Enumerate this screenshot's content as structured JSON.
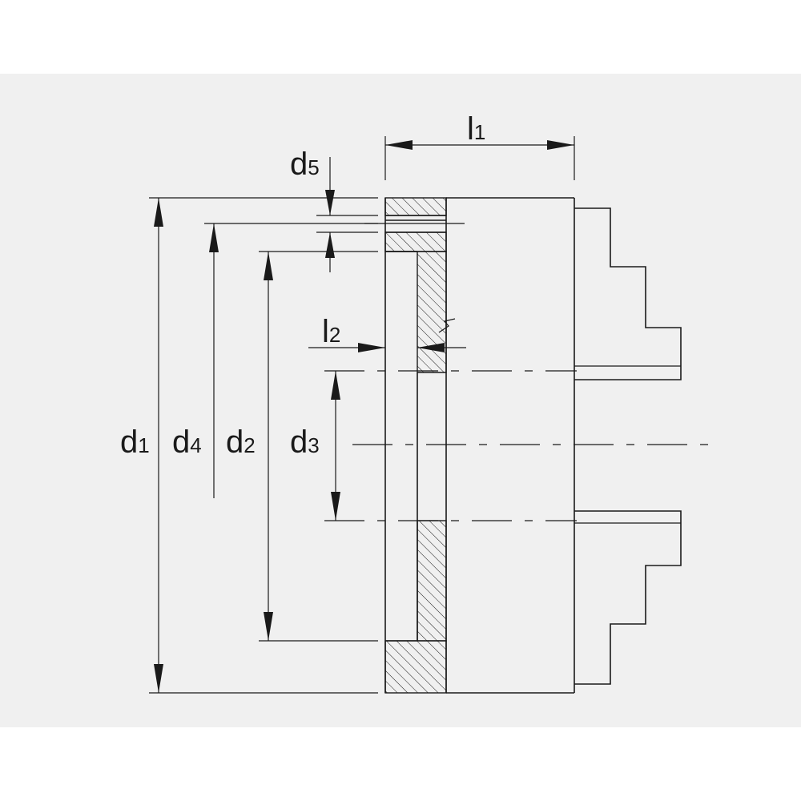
{
  "labels": {
    "d1": {
      "main": "d",
      "sub": "1"
    },
    "d2": {
      "main": "d",
      "sub": "2"
    },
    "d3": {
      "main": "d",
      "sub": "3"
    },
    "d4": {
      "main": "d",
      "sub": "4"
    },
    "d5": {
      "main": "d",
      "sub": "5"
    },
    "l1": {
      "main": "l",
      "sub": "1"
    },
    "l2": {
      "main": "l",
      "sub": "2"
    }
  },
  "colors": {
    "background": "#f0f0f0",
    "line": "#1a1a1a"
  }
}
